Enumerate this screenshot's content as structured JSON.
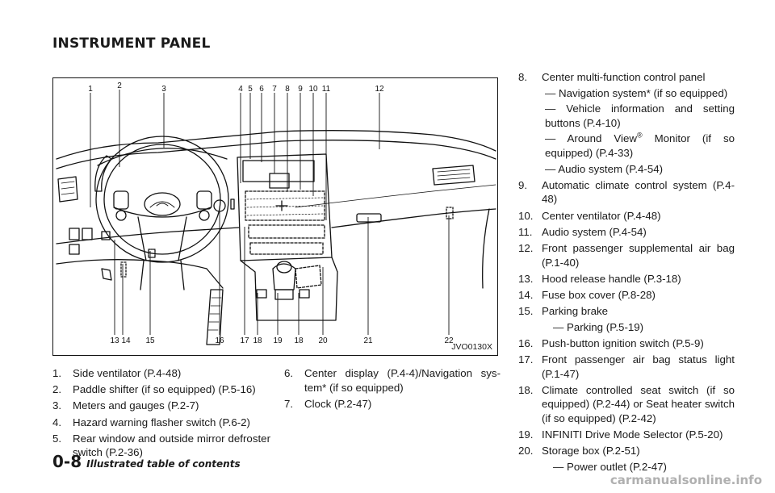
{
  "header": {
    "title": "INSTRUMENT PANEL"
  },
  "figure": {
    "code": "JVO0130X",
    "callouts": [
      "1",
      "2",
      "3",
      "4",
      "5",
      "6",
      "7",
      "8",
      "9",
      "10",
      "11",
      "12",
      "13",
      "14",
      "15",
      "16",
      "17",
      "18",
      "19",
      "18",
      "20",
      "21",
      "22"
    ]
  },
  "list_left": [
    {
      "num": "1.",
      "text": "Side ventilator (P.4-48)"
    },
    {
      "num": "2.",
      "text": "Paddle shifter (if so equipped) (P.5-16)"
    },
    {
      "num": "3.",
      "text": "Meters and gauges (P.2-7)"
    },
    {
      "num": "4.",
      "text": "Hazard warning flasher switch (P.6-2)"
    },
    {
      "num": "5.",
      "text": "Rear window and outside mirror defroster switch (P.2-36)"
    }
  ],
  "list_middle": [
    {
      "num": "6.",
      "text": "Center display (P.4-4)/Navigation sys-tem* (if so equipped)"
    },
    {
      "num": "7.",
      "text": "Clock (P.2-47)"
    }
  ],
  "list_right": {
    "item8": {
      "num": "8.",
      "text": "Center multi-function control panel",
      "sub1": "— Navigation system* (if so equipped)",
      "sub2": "— Vehicle information and setting buttons (P.4-10)",
      "sub3_pre": "— Around View",
      "sub3_reg": "®",
      "sub3_post": " Monitor (if so equipped) (P.4-33)",
      "sub4": "— Audio system (P.4-54)"
    },
    "item9": {
      "num": "9.",
      "text": "Automatic climate control system (P.4-48)"
    },
    "item10": {
      "num": "10.",
      "text": "Center ventilator (P.4-48)"
    },
    "item11": {
      "num": "11.",
      "text": "Audio system (P.4-54)"
    },
    "item12": {
      "num": "12.",
      "text": "Front passenger supplemental air bag (P.1-40)"
    },
    "item13": {
      "num": "13.",
      "text": "Hood release handle (P.3-18)"
    },
    "item14": {
      "num": "14.",
      "text": "Fuse box cover (P.8-28)"
    },
    "item15": {
      "num": "15.",
      "text": "Parking brake",
      "sub": "— Parking (P.5-19)"
    },
    "item16": {
      "num": "16.",
      "text": "Push-button ignition switch (P.5-9)"
    },
    "item17": {
      "num": "17.",
      "text": "Front passenger air bag status light (P.1-47)"
    },
    "item18": {
      "num": "18.",
      "text": "Climate controlled seat switch (if so equipped) (P.2-44) or Seat heater switch (if so equipped) (P.2-42)"
    },
    "item19": {
      "num": "19.",
      "text": "INFINITI Drive Mode Selector (P.5-20)"
    },
    "item20": {
      "num": "20.",
      "text": "Storage box (P.2-51)",
      "sub": "— Power outlet (P.2-47)"
    }
  },
  "footer": {
    "page": "0-8",
    "title": "Illustrated table of contents"
  },
  "watermark": "carmanualsonline.info"
}
